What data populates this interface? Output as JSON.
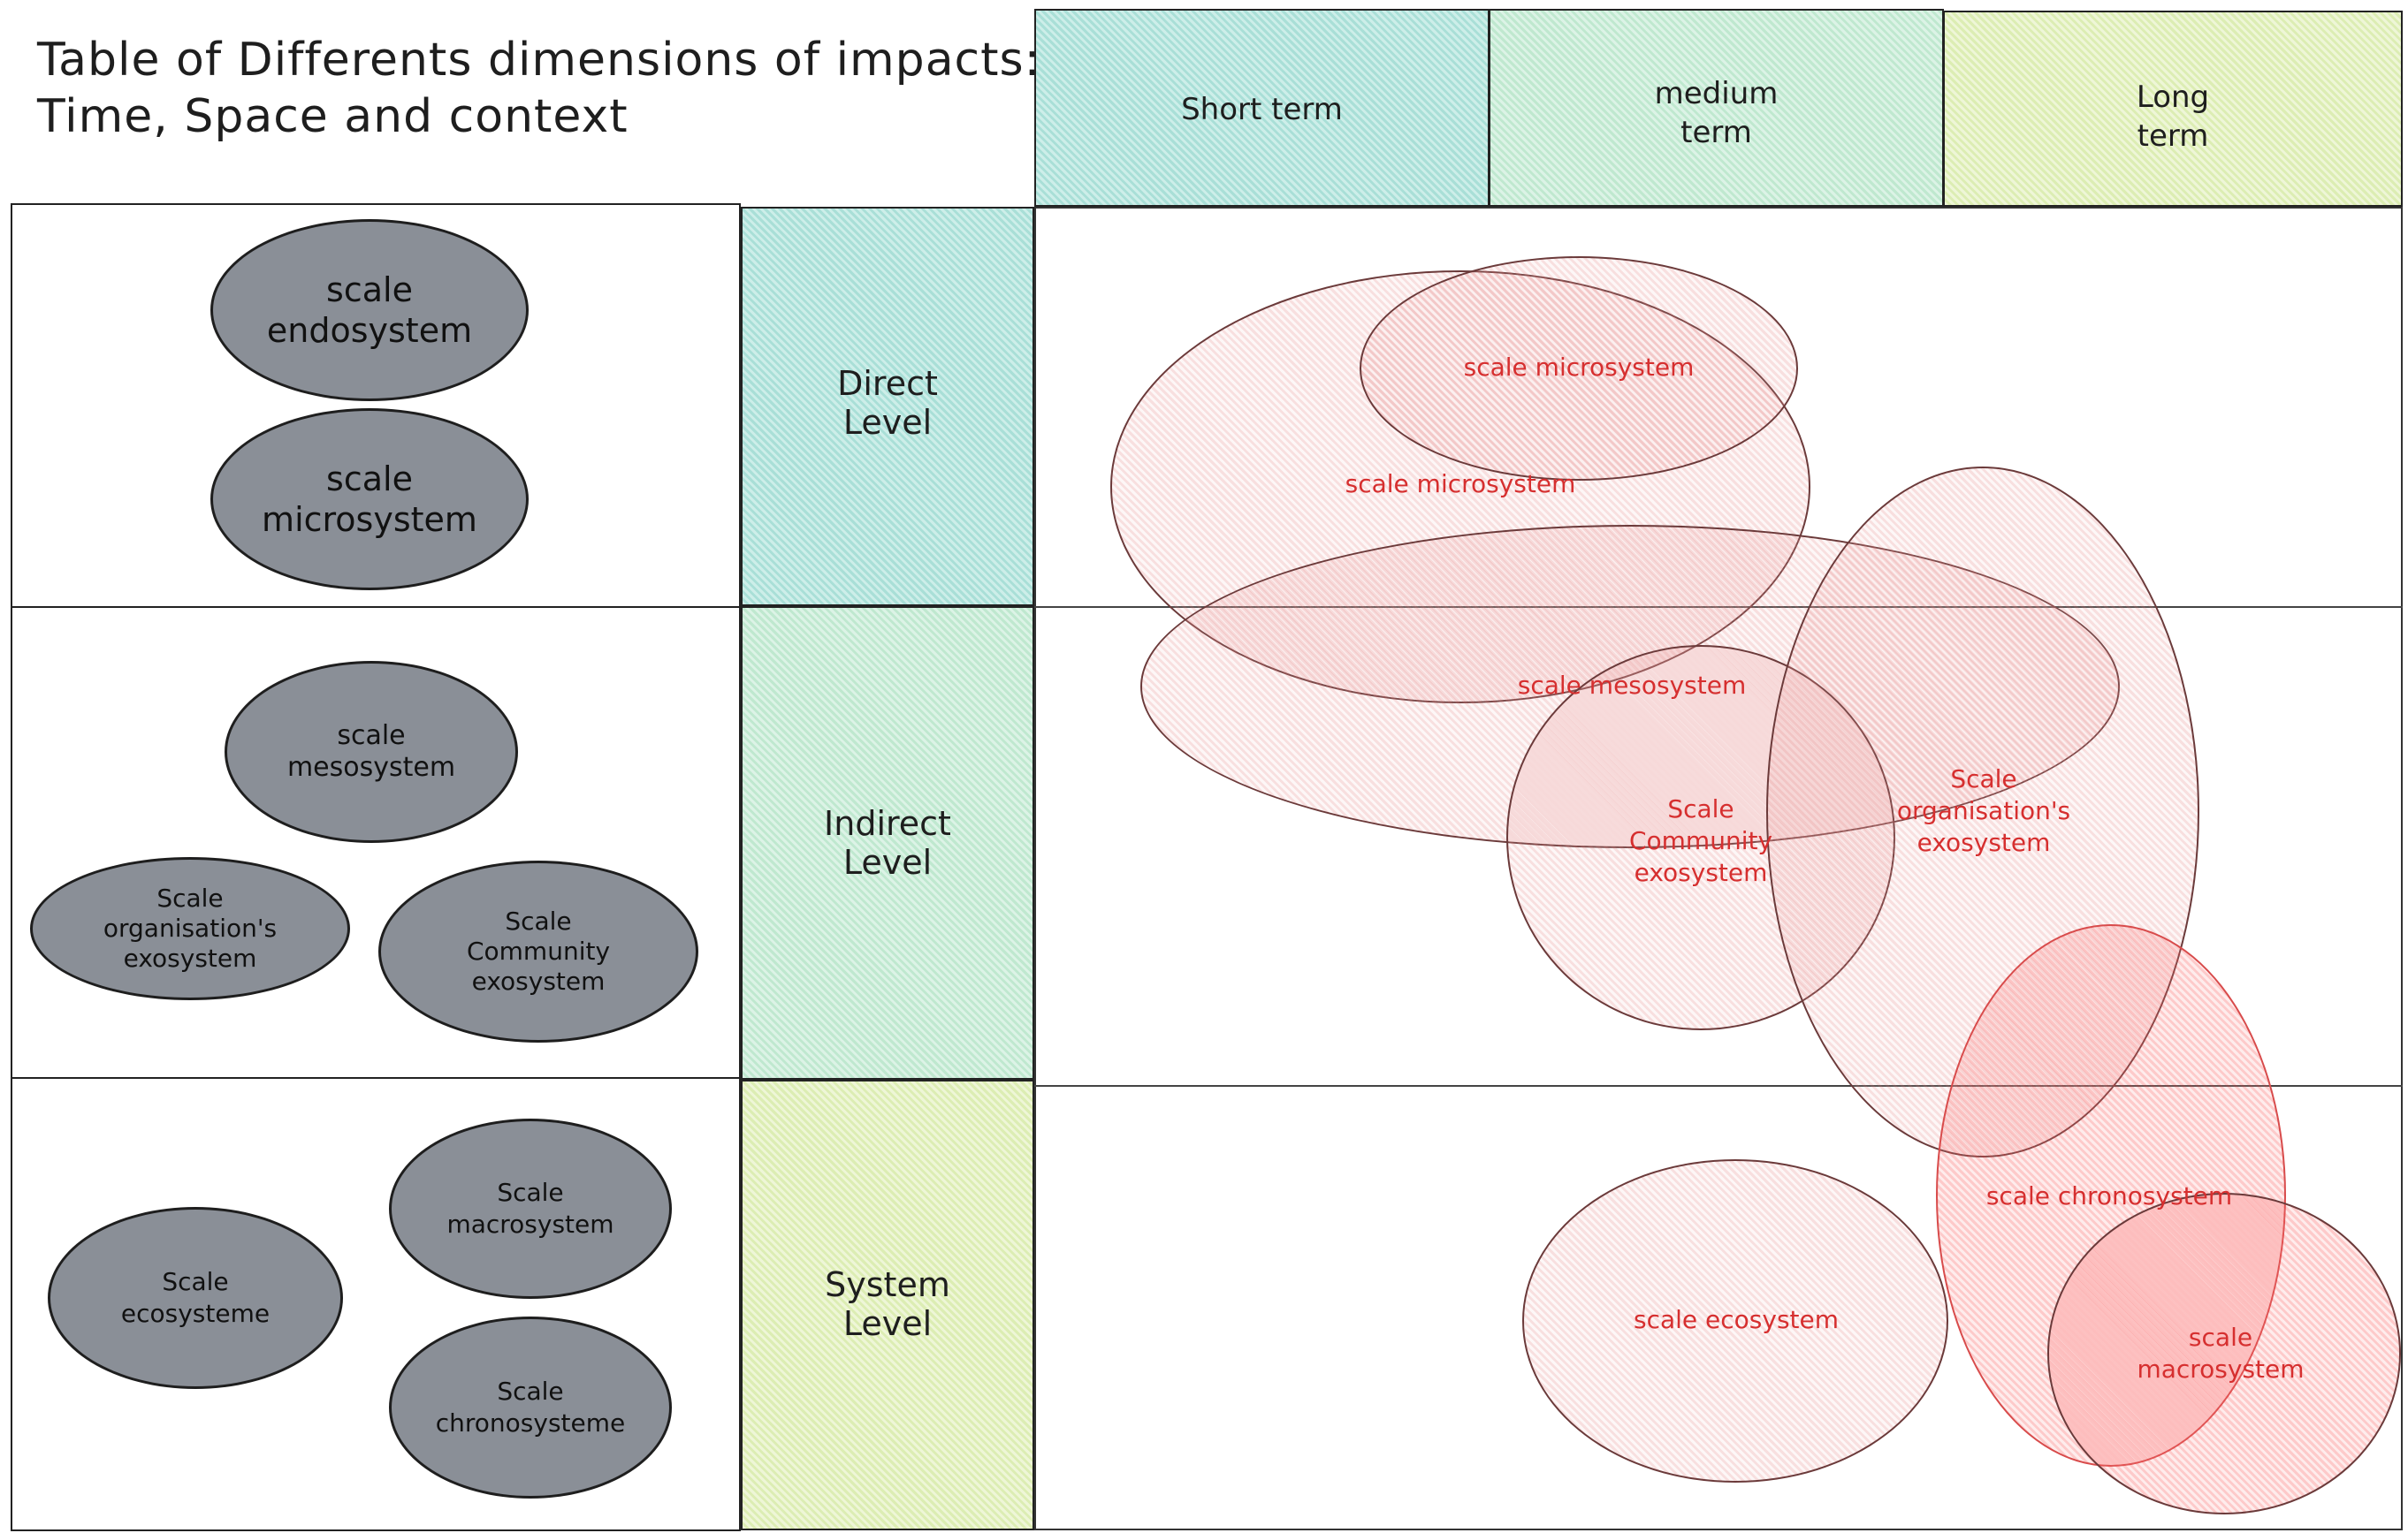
{
  "title": "Table of Differents dimensions of impacts:\nTime, Space and context",
  "columns": [
    {
      "label": "Short term"
    },
    {
      "label": "medium\nterm"
    },
    {
      "label": "Long\nterm"
    }
  ],
  "levels": [
    {
      "label": "Direct\nLevel"
    },
    {
      "label": "Indirect\nLevel"
    },
    {
      "label": "System\nLevel"
    }
  ],
  "scales_left": {
    "direct": [
      "scale\nendosystem",
      "scale\nmicrosystem"
    ],
    "indirect": [
      "scale\nmesosystem",
      "Scale\norganisation's\nexosystem",
      "Scale\nCommunity\nexosystem"
    ],
    "system": [
      "Scale\nmacrosystem",
      "Scale\necosysteme",
      "Scale\nchronosysteme"
    ]
  },
  "impact_ovals": [
    "scale microsystem",
    "scale microsystem",
    "scale mesosystem",
    "Scale\nCommunity\nexosystem",
    "Scale\norganisation's\nexosystem",
    "scale chronosystem",
    "scale ecosystem",
    "scale macrosystem"
  ],
  "colors": {
    "header_cyan": "#a9dfd7",
    "header_mint": "#bfe8cf",
    "header_lime": "#dcedb3",
    "scale_gray": "#8a8f97",
    "impact_red": "#d62f2f"
  }
}
